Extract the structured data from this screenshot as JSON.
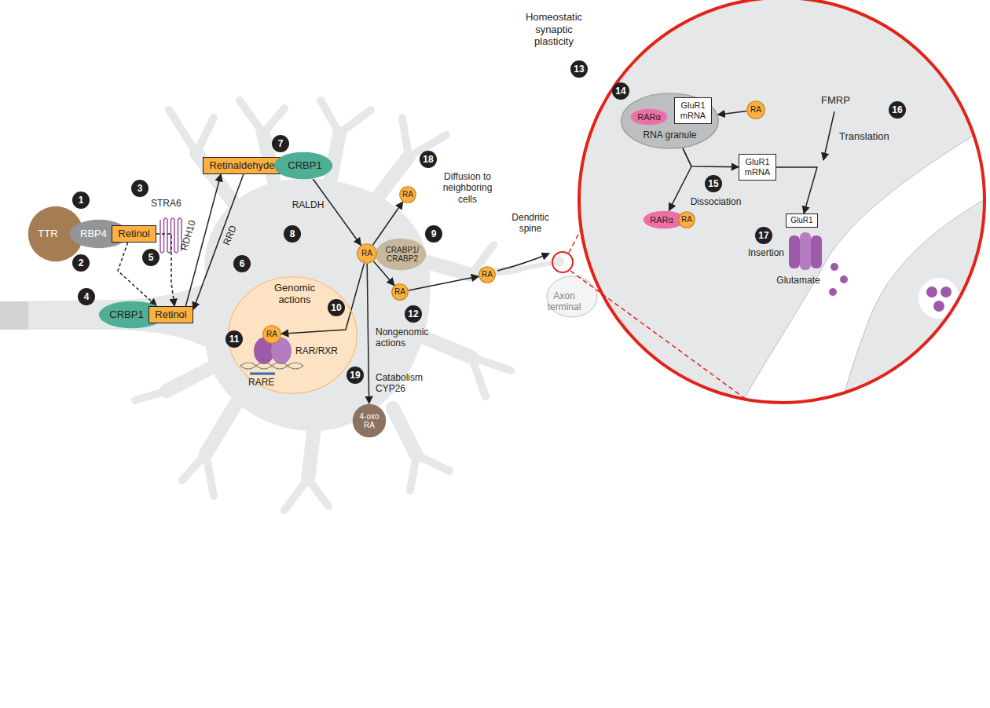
{
  "diagram": {
    "nodes": [
      {
        "text": [
          "TTR"
        ]
      },
      {
        "text": [
          "RBP4"
        ]
      },
      {
        "text": [
          "Retinol"
        ]
      },
      {
        "text": [
          "CRBP1"
        ]
      },
      {
        "text": [
          "Retinol"
        ]
      },
      {
        "text": [
          "Retinaldehyde"
        ]
      },
      {
        "text": [
          "CRBP1"
        ]
      },
      {
        "text": [
          "RA"
        ]
      },
      {
        "text": [
          "CRABP1/ CRABP2"
        ]
      },
      {
        "text": [
          "RA"
        ]
      },
      {
        "text": [
          "Genomic actions"
        ]
      },
      {
        "text": [
          "RA"
        ],
        "in": 10
      },
      {
        "text": [
          "4-oxo RA"
        ]
      },
      {
        "text": [
          "RA"
        ]
      },
      {
        "text": [
          "RA"
        ]
      },
      {
        "text": [
          "RNA granule"
        ]
      },
      {
        "text": [
          "RARα"
        ],
        "in": 15
      },
      {
        "text": [
          "GluR1 mRNA"
        ],
        "in": 15
      },
      {
        "text": [
          "RA"
        ]
      },
      {
        "text": [
          "GluR1 mRNA"
        ]
      },
      {
        "text": [
          "RARα"
        ]
      },
      {
        "text": [
          "RA"
        ]
      },
      {
        "text": [
          "GluR1"
        ]
      }
    ],
    "edges": [
      {
        "from": 2,
        "to": 4,
        "arrow": "to"
      },
      {
        "from": 2,
        "to": 4,
        "arrow": "to"
      },
      {
        "from": 4,
        "to": 5,
        "label": "RDH10",
        "arrow": "to"
      },
      {
        "from": 5,
        "to": 4,
        "label": "RRD",
        "arrow": "to"
      },
      {
        "from": 6,
        "to": 7,
        "label": "RALDH",
        "arrow": "to"
      },
      {
        "from": 7,
        "to": 9,
        "arrow": "to"
      },
      {
        "from": 7,
        "to": 11,
        "arrow": "to"
      },
      {
        "from": 7,
        "to": 12,
        "arrow": "to"
      },
      {
        "from": 7,
        "to": 13,
        "arrow": "to"
      },
      {
        "from": 13,
        "to": 14,
        "arrow": "to"
      },
      {
        "from": 18,
        "to": 15,
        "arrow": "to"
      },
      {
        "from": 15,
        "to": 19,
        "arrow": "to"
      },
      {
        "from": 15,
        "to": 20,
        "arrow": "to"
      },
      {
        "from": 19,
        "to": 22,
        "arrow": "to"
      }
    ],
    "labels": [
      "1",
      "2",
      "3",
      "4",
      "5",
      "6",
      "7",
      "8",
      "9",
      "10",
      "11",
      "12",
      "13",
      "14",
      "15",
      "16",
      "17",
      "18",
      "19",
      "STRA6",
      "Diffusion to neighboring cells",
      "RAR/RXR",
      "RARE",
      "Catabolism CYP26",
      "Nongenomic actions",
      "Dendritic spine",
      "Axon terminal",
      "Homeostatic synaptic plasticity",
      "Dissociation",
      "FMRP",
      "Translation",
      "Insertion",
      "Glutamate"
    ]
  }
}
